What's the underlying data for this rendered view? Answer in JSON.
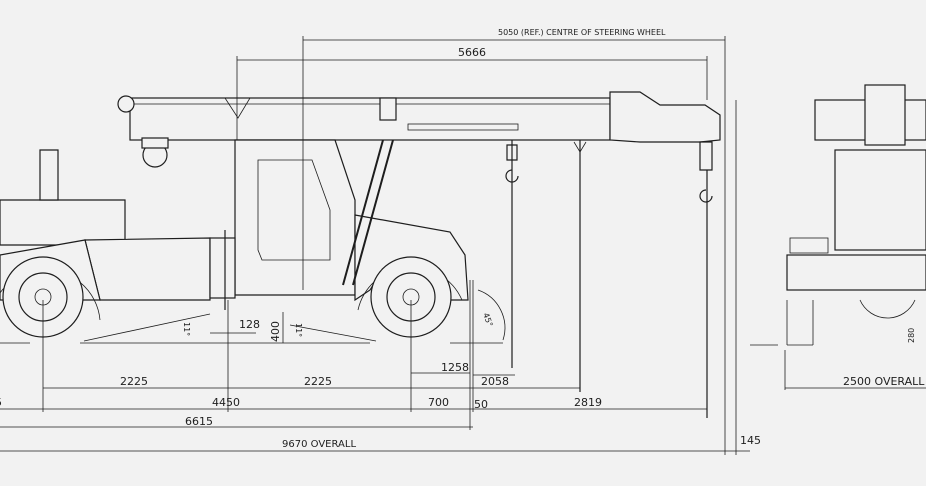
{
  "drawing": {
    "top_dims": {
      "steering_ref": "5050 (REF.) CENTRE OF STEERING WHEEL",
      "boom_len": "5666"
    },
    "bottom_dims": {
      "front_half_wb": "2225",
      "rear_half_wb": "2225",
      "wheelbase": "4450",
      "rear_overhang": "700",
      "gap": "50",
      "hook_reach": "2819",
      "hook1": "1258",
      "hook2": "2058",
      "body_length": "6615",
      "overall": "9670 OVERALL",
      "tip": "145",
      "left_partial": "5"
    },
    "clearance_dims": {
      "offset": "128",
      "height": "400",
      "angle_front": "11°",
      "angle_rear": "11°",
      "departure": "45°"
    },
    "end_view": {
      "width": "2500 OVERALL",
      "clearance": "280"
    }
  }
}
